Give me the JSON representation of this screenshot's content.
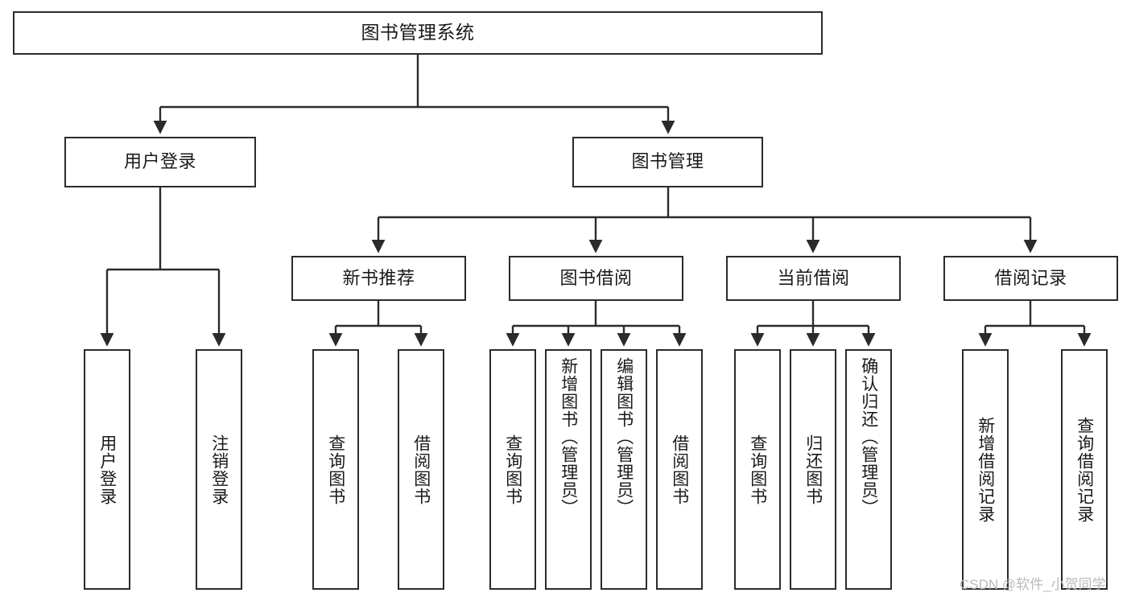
{
  "diagram": {
    "type": "tree-hierarchy",
    "title": "图书管理系统",
    "watermark": "CSDN @软件_小贺同学",
    "colors": {
      "stroke": "#2b2b2b",
      "fill": "#ffffff",
      "text": "#1a1a1a",
      "watermark": "#b9b9b9"
    },
    "nodes": {
      "root": {
        "label": "图书管理系统"
      },
      "level2": [
        {
          "id": "user-login",
          "label": "用户登录"
        },
        {
          "id": "book-manage",
          "label": "图书管理"
        }
      ],
      "level3": [
        {
          "id": "new-book-recommend",
          "label": "新书推荐"
        },
        {
          "id": "book-borrow",
          "label": "图书借阅"
        },
        {
          "id": "current-borrow",
          "label": "当前借阅"
        },
        {
          "id": "borrow-record",
          "label": "借阅记录"
        }
      ],
      "leaves": {
        "user-login": [
          {
            "id": "leaf-user-login",
            "label": "用户登录"
          },
          {
            "id": "leaf-logout-login",
            "label": "注销登录"
          }
        ],
        "new-book-recommend": [
          {
            "id": "leaf-query-book-1",
            "label": "查询图书"
          },
          {
            "id": "leaf-borrow-book-1",
            "label": "借阅图书"
          }
        ],
        "book-borrow": [
          {
            "id": "leaf-query-book-2",
            "label": "查询图书"
          },
          {
            "id": "leaf-add-book",
            "label": "新增图书（管理员）"
          },
          {
            "id": "leaf-edit-book",
            "label": "编辑图书（管理员）"
          },
          {
            "id": "leaf-borrow-book-2",
            "label": "借阅图书"
          }
        ],
        "current-borrow": [
          {
            "id": "leaf-query-book-3",
            "label": "查询图书"
          },
          {
            "id": "leaf-return-book",
            "label": "归还图书"
          },
          {
            "id": "leaf-confirm-return",
            "label": "确认归还（管理员）"
          }
        ],
        "borrow-record": [
          {
            "id": "leaf-add-record",
            "label": "新增借阅记录"
          },
          {
            "id": "leaf-query-record",
            "label": "查询借阅记录"
          }
        ]
      }
    }
  }
}
